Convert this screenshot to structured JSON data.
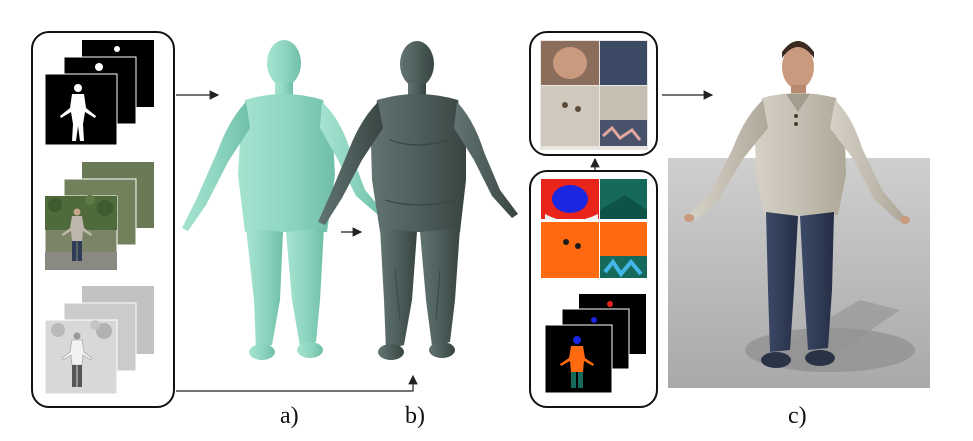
{
  "figure": {
    "labels": {
      "a": "a)",
      "b": "b)",
      "c": "c)"
    },
    "colors": {
      "silhouette_bg": "#000000",
      "silhouette_fg": "#ffffff",
      "smooth_body": "#8fd6c1",
      "detailed_body": "#4d5e5b",
      "seg_red": "#e8241b",
      "seg_blue": "#1a27e0",
      "seg_orange": "#ff6a10",
      "seg_teal": "#166a5c",
      "seg_cyan": "#43b6e8",
      "sweater": "#c9c3b7",
      "jeans": "#2f3c58",
      "floor": "#bfbfbf"
    },
    "icons": [
      "arrow-right-icon",
      "arrow-up-icon"
    ]
  }
}
